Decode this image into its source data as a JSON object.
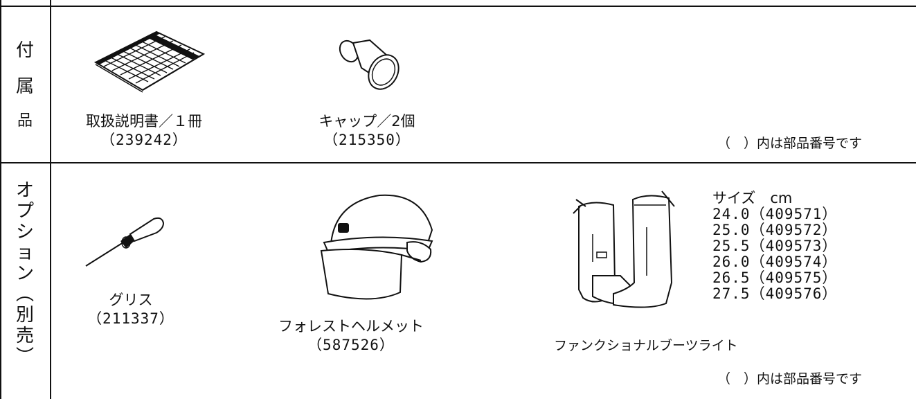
{
  "section_accessories": {
    "label_chars": [
      "付",
      "属",
      "品"
    ],
    "items": [
      {
        "name": "取扱説明書／１冊",
        "part_no": "（239242）",
        "icon": "manual-icon"
      },
      {
        "name": "キャップ／2個",
        "part_no": "（215350）",
        "icon": "cap-icon"
      }
    ],
    "note": "（　）内は部品番号です"
  },
  "section_options": {
    "label_chars": [
      "オ",
      "プ",
      "シ",
      "ョ",
      "ン",
      "︵",
      "別",
      "売",
      "︶"
    ],
    "items": [
      {
        "name": "グリス",
        "part_no": "（211337）",
        "icon": "grease-gun-icon"
      },
      {
        "name": "フォレストヘルメット",
        "part_no": "（587526）",
        "icon": "helmet-icon"
      },
      {
        "name": "ファンクショナルブーツライト",
        "icon": "boots-icon"
      }
    ],
    "sizes_title": "サイズ　cm",
    "sizes": [
      "24.0（409571）",
      "25.0（409572）",
      "25.5（409573）",
      "26.0（409574）",
      "26.5（409575）",
      "27.5（409576）"
    ],
    "note": "（　）内は部品番号です"
  }
}
